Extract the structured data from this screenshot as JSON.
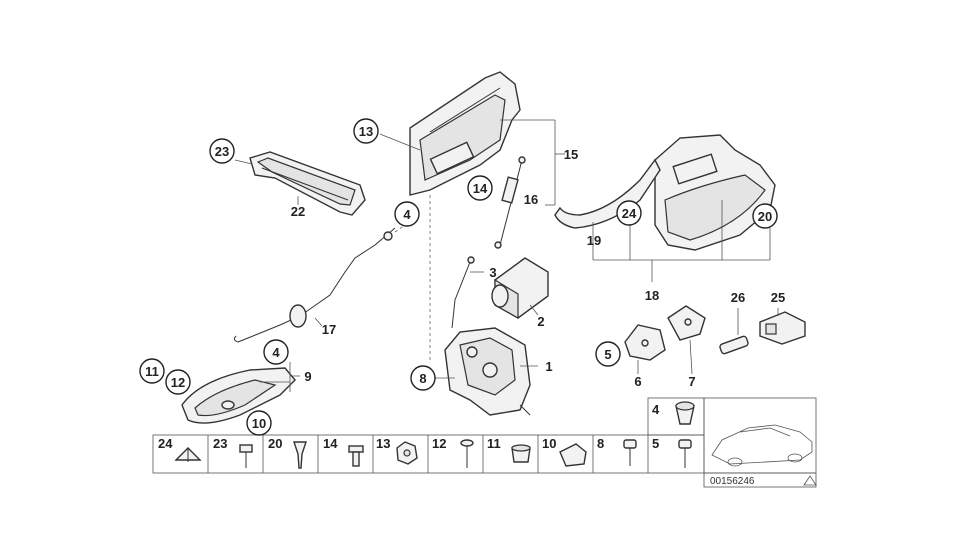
{
  "diagram": {
    "image_code": "00156246",
    "callouts_circled": [
      "23",
      "13",
      "14",
      "4",
      "24",
      "20",
      "5",
      "4",
      "8",
      "10",
      "11",
      "12"
    ],
    "callouts_plain": [
      "22",
      "15",
      "16",
      "17",
      "3",
      "2",
      "19",
      "18",
      "26",
      "25",
      "6",
      "7",
      "9",
      "1"
    ],
    "hardware_row": [
      {
        "num": "24"
      },
      {
        "num": "23"
      },
      {
        "num": "20"
      },
      {
        "num": "14"
      },
      {
        "num": "13"
      },
      {
        "num": "12"
      },
      {
        "num": "11"
      },
      {
        "num": "10"
      },
      {
        "num": "8"
      },
      {
        "num": "5"
      }
    ],
    "hardware_top": {
      "num": "4"
    }
  }
}
